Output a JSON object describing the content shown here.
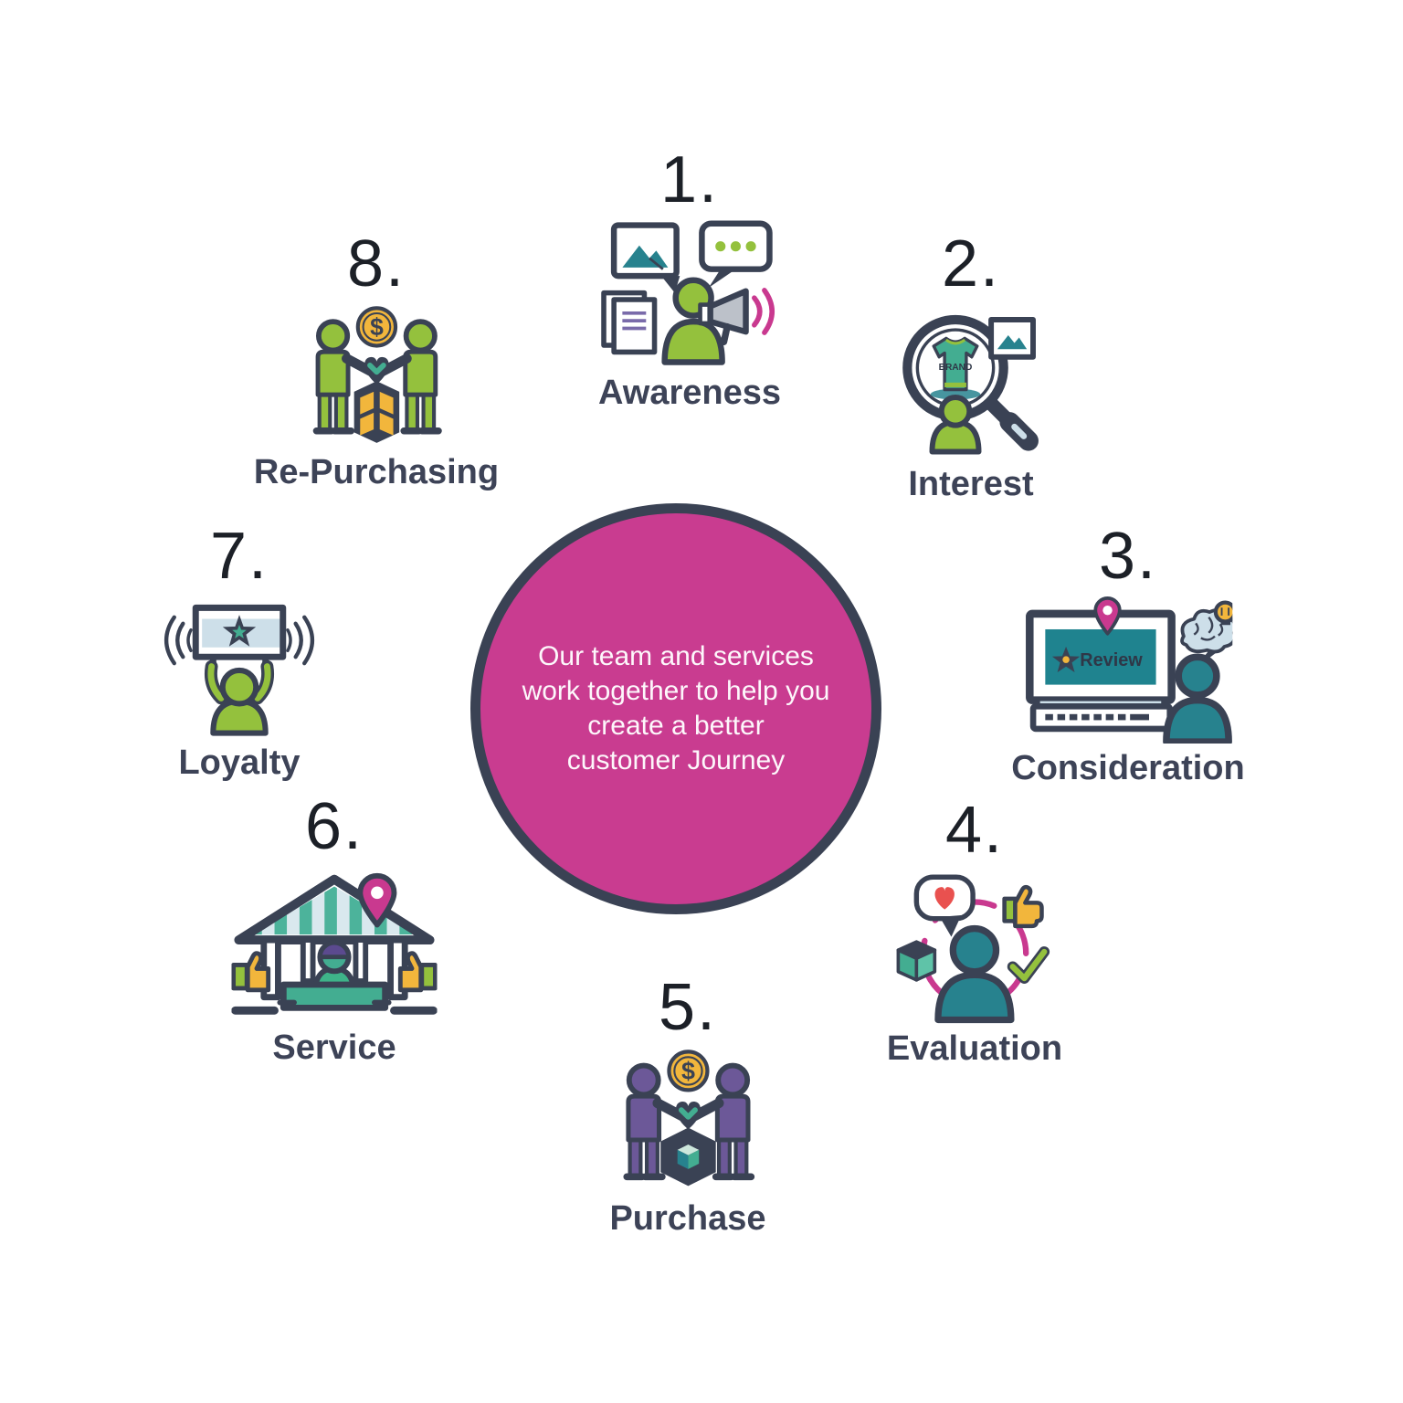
{
  "title": "Customer Journey",
  "center": {
    "lines": [
      "Our team and services",
      "work together to help you",
      "create a better",
      "customer Journey"
    ],
    "bg_color": "#c93c90",
    "border_color": "#3a4254",
    "text_color": "#ffffff"
  },
  "steps": [
    {
      "number": "1.",
      "label": "Awareness",
      "icon": "megaphone-announcement-icon"
    },
    {
      "number": "2.",
      "label": "Interest",
      "icon": "magnifier-brand-search-icon",
      "icon_text": "BRAND"
    },
    {
      "number": "3.",
      "label": "Consideration",
      "icon": "laptop-review-thinking-icon",
      "icon_text": "Review"
    },
    {
      "number": "4.",
      "label": "Evaluation",
      "icon": "feedback-cycle-icon"
    },
    {
      "number": "5.",
      "label": "Purchase",
      "icon": "buyers-exchange-box-icon",
      "icon_text": "$"
    },
    {
      "number": "6.",
      "label": "Service",
      "icon": "service-kiosk-icon"
    },
    {
      "number": "7.",
      "label": "Loyalty",
      "icon": "fan-star-banner-icon"
    },
    {
      "number": "8.",
      "label": "Re-Purchasing",
      "icon": "repeat-exchange-icon",
      "icon_text": "$"
    }
  ],
  "colors": {
    "dark_outline": "#3a4254",
    "lime_green": "#94c13d",
    "teal": "#43ad91",
    "dark_teal": "#27828e",
    "pink": "#c9398f",
    "yellow": "#f2b63c",
    "purple": "#6c5898",
    "light_blue": "#cddfe9",
    "red": "#e9514f",
    "gray": "#bcc1c9",
    "label_color": "#3d4357"
  }
}
